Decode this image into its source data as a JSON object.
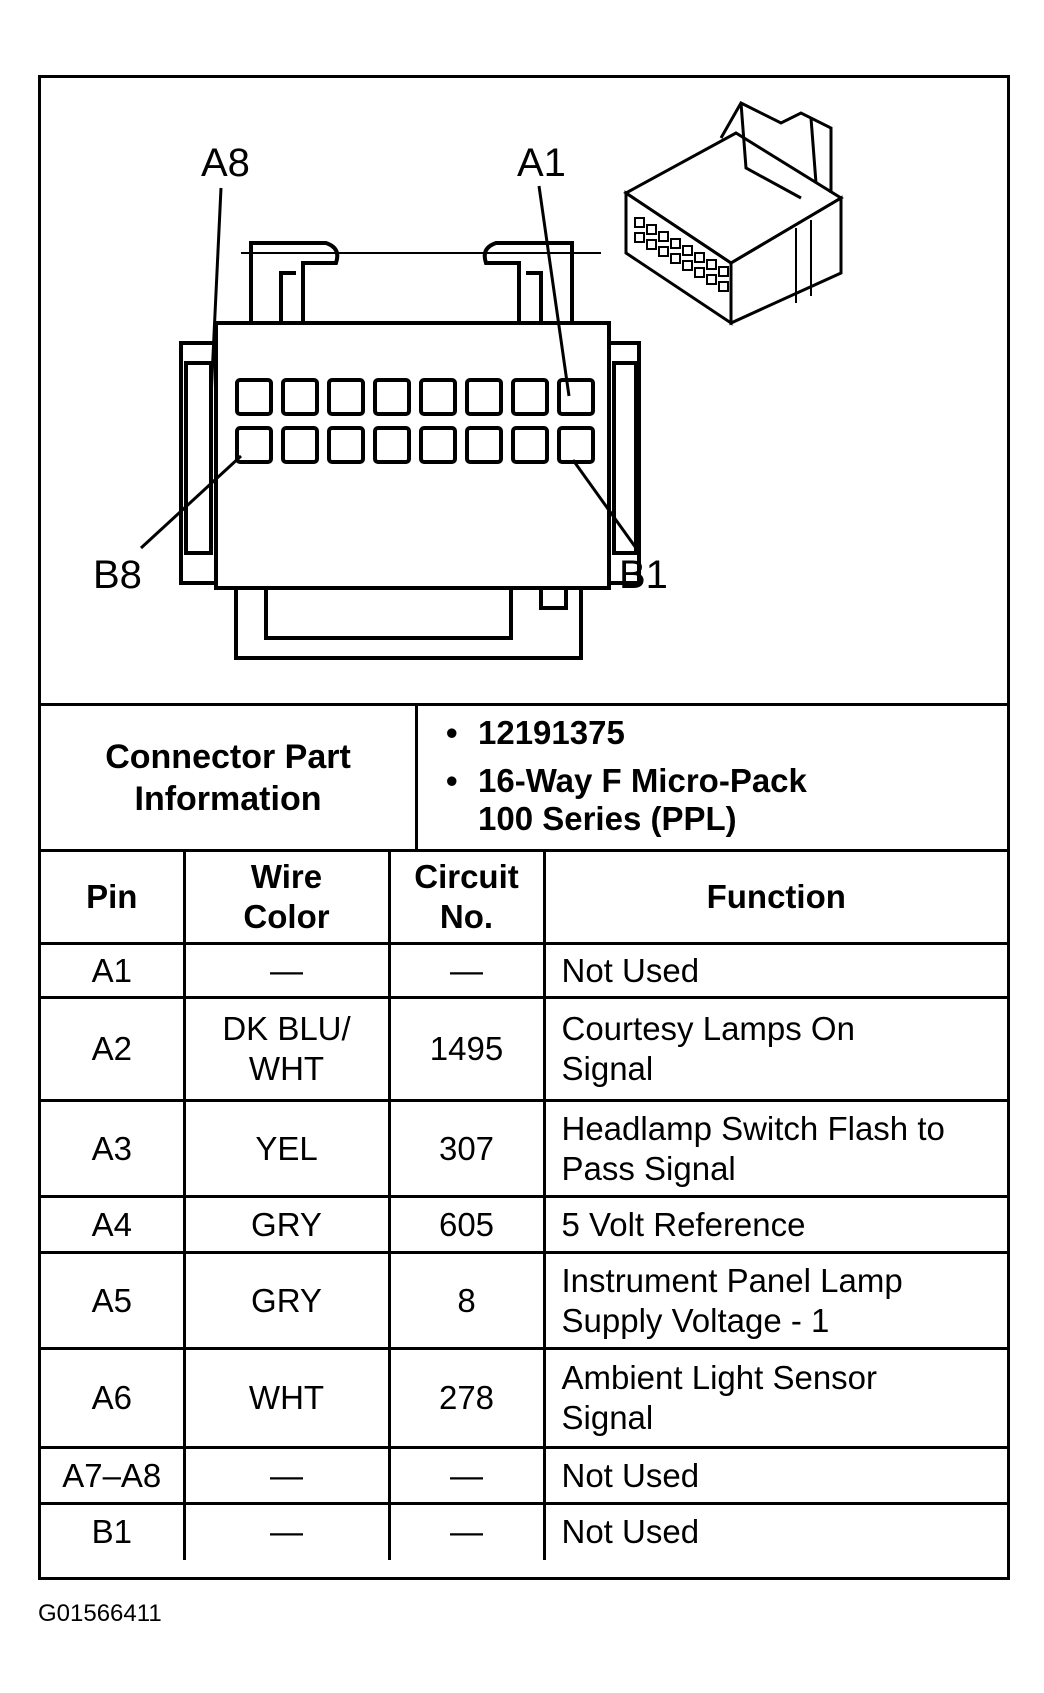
{
  "pin_labels": {
    "a8": "A8",
    "a1": "A1",
    "b8": "B8",
    "b1": "B1"
  },
  "connector_info": {
    "label": "Connector Part Information",
    "part_number": "12191375",
    "description_line1": "16-Way F Micro-Pack",
    "description_line2": "100 Series (PPL)"
  },
  "table": {
    "headers": {
      "pin": "Pin",
      "wire_color": "Wire Color",
      "circuit": "Circuit No.",
      "function": "Function"
    },
    "rows": [
      {
        "pin": "A1",
        "wire": "—",
        "circuit": "—",
        "function": "Not Used"
      },
      {
        "pin": "A2",
        "wire": "DK BLU/ WHT",
        "circuit": "1495",
        "function": "Courtesy Lamps On Signal"
      },
      {
        "pin": "A3",
        "wire": "YEL",
        "circuit": "307",
        "function": "Headlamp Switch Flash to Pass Signal"
      },
      {
        "pin": "A4",
        "wire": "GRY",
        "circuit": "605",
        "function": "5 Volt Reference"
      },
      {
        "pin": "A5",
        "wire": "GRY",
        "circuit": "8",
        "function": "Instrument Panel Lamp Supply Voltage - 1"
      },
      {
        "pin": "A6",
        "wire": "WHT",
        "circuit": "278",
        "function": "Ambient Light Sensor Signal"
      },
      {
        "pin": "A7–A8",
        "wire": "—",
        "circuit": "—",
        "function": "Not Used"
      },
      {
        "pin": "B1",
        "wire": "—",
        "circuit": "—",
        "function": "Not Used"
      }
    ]
  },
  "figure_id": "G01566411"
}
